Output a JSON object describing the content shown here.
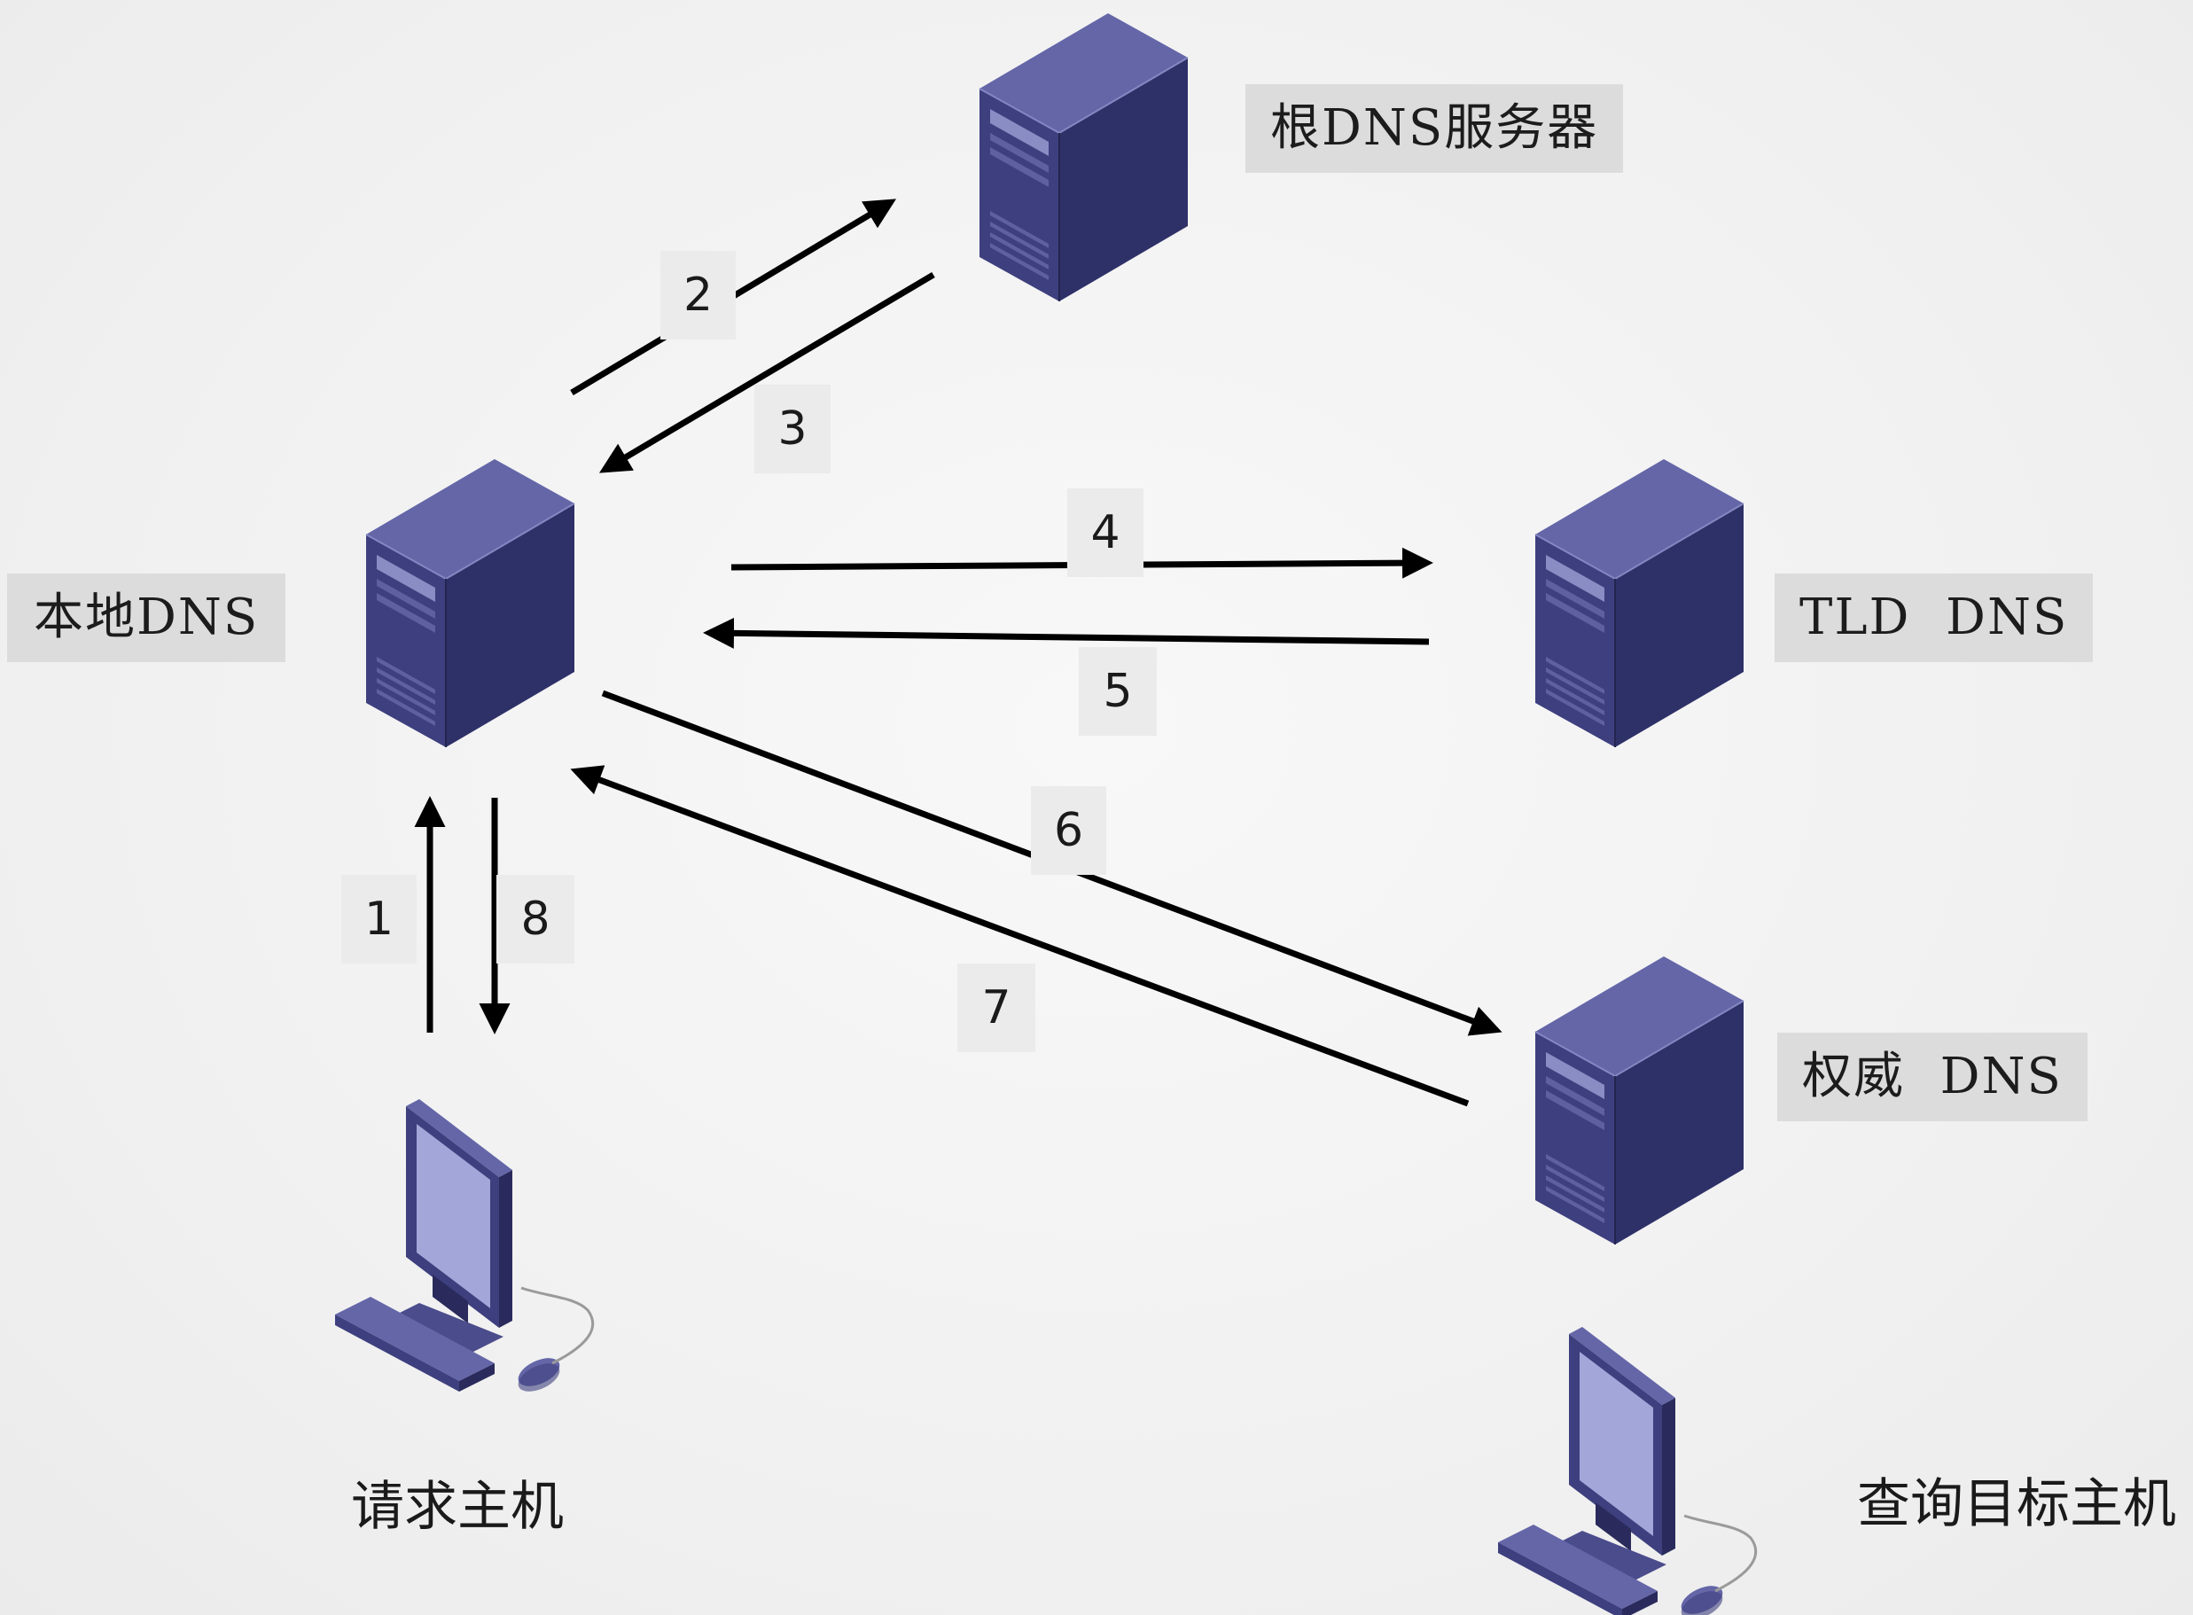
{
  "nodes": {
    "root_dns": {
      "label": "根DNS服务器",
      "icon": "server-icon"
    },
    "local_dns": {
      "label": "本地DNS",
      "icon": "server-icon"
    },
    "tld_dns": {
      "label": "TLD  DNS",
      "icon": "server-icon"
    },
    "auth_dns": {
      "label": "权威  DNS",
      "icon": "server-icon"
    },
    "requesting_host": {
      "label": "请求主机",
      "icon": "desktop-computer-icon"
    },
    "target_host": {
      "label": "查询目标主机",
      "icon": "desktop-computer-icon"
    }
  },
  "steps": [
    {
      "number": "1",
      "from": "requesting_host",
      "to": "local_dns"
    },
    {
      "number": "2",
      "from": "local_dns",
      "to": "root_dns"
    },
    {
      "number": "3",
      "from": "root_dns",
      "to": "local_dns"
    },
    {
      "number": "4",
      "from": "local_dns",
      "to": "tld_dns"
    },
    {
      "number": "5",
      "from": "tld_dns",
      "to": "local_dns"
    },
    {
      "number": "6",
      "from": "local_dns",
      "to": "auth_dns"
    },
    {
      "number": "7",
      "from": "auth_dns",
      "to": "local_dns"
    },
    {
      "number": "8",
      "from": "local_dns",
      "to": "requesting_host"
    }
  ],
  "colors": {
    "server_front": "#3d3f7e",
    "server_top": "#6466a8",
    "server_side": "#2a2b5c",
    "arrow": "#000000",
    "label_bg": "#dcdcdc",
    "monitor_screen": "#a3a6d8"
  }
}
